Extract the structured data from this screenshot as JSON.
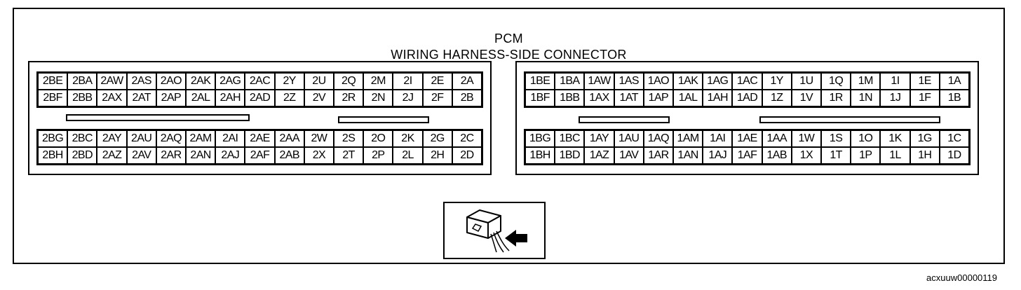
{
  "title_line1": "PCM",
  "title_line2": "WIRING HARNESS-SIDE CONNECTOR",
  "caption": "acxuuw00000119",
  "connector2": {
    "upper": [
      [
        "2BE",
        "2BA",
        "2AW",
        "2AS",
        "2AO",
        "2AK",
        "2AG",
        "2AC",
        "2Y",
        "2U",
        "2Q",
        "2M",
        "2I",
        "2E",
        "2A"
      ],
      [
        "2BF",
        "2BB",
        "2AX",
        "2AT",
        "2AP",
        "2AL",
        "2AH",
        "2AD",
        "2Z",
        "2V",
        "2R",
        "2N",
        "2J",
        "2F",
        "2B"
      ]
    ],
    "lower": [
      [
        "2BG",
        "2BC",
        "2AY",
        "2AU",
        "2AQ",
        "2AM",
        "2AI",
        "2AE",
        "2AA",
        "2W",
        "2S",
        "2O",
        "2K",
        "2G",
        "2C"
      ],
      [
        "2BH",
        "2BD",
        "2AZ",
        "2AV",
        "2AR",
        "2AN",
        "2AJ",
        "2AF",
        "2AB",
        "2X",
        "2T",
        "2P",
        "2L",
        "2H",
        "2D"
      ]
    ]
  },
  "connector1": {
    "upper": [
      [
        "1BE",
        "1BA",
        "1AW",
        "1AS",
        "1AO",
        "1AK",
        "1AG",
        "1AC",
        "1Y",
        "1U",
        "1Q",
        "1M",
        "1I",
        "1E",
        "1A"
      ],
      [
        "1BF",
        "1BB",
        "1AX",
        "1AT",
        "1AP",
        "1AL",
        "1AH",
        "1AD",
        "1Z",
        "1V",
        "1R",
        "1N",
        "1J",
        "1F",
        "1B"
      ]
    ],
    "lower": [
      [
        "1BG",
        "1BC",
        "1AY",
        "1AU",
        "1AQ",
        "1AM",
        "1AI",
        "1AE",
        "1AA",
        "1W",
        "1S",
        "1O",
        "1K",
        "1G",
        "1C"
      ],
      [
        "1BH",
        "1BD",
        "1AZ",
        "1AV",
        "1AR",
        "1AN",
        "1AJ",
        "1AF",
        "1AB",
        "1X",
        "1T",
        "1P",
        "1L",
        "1H",
        "1D"
      ]
    ]
  },
  "icon": "connector-harness-side-view-icon"
}
